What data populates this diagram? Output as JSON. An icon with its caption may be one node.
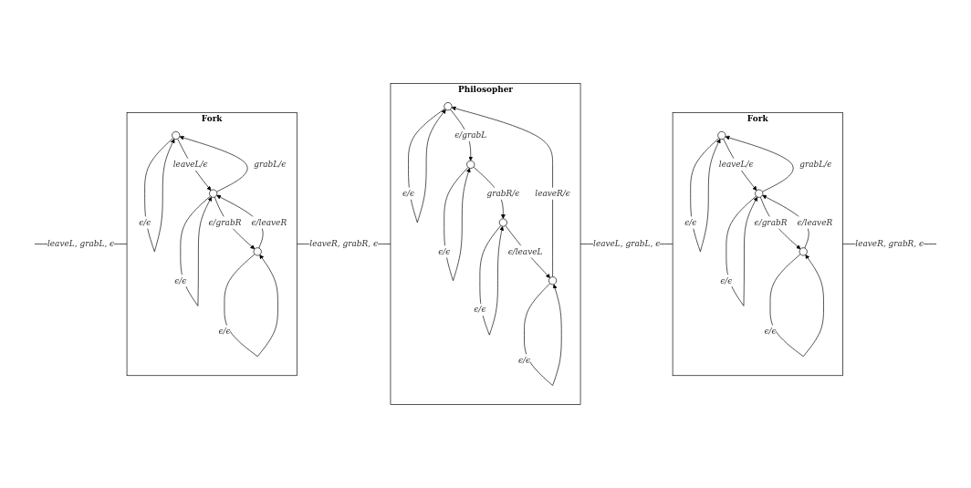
{
  "diagram": {
    "nodes": [
      {
        "text": [
          "Fork"
        ]
      },
      {
        "text": [],
        "shape": "circle",
        "in": 0
      },
      {
        "text": [],
        "shape": "circle",
        "in": 0
      },
      {
        "text": [],
        "shape": "circle",
        "in": 0
      },
      {
        "text": [
          "Philosopher"
        ]
      },
      {
        "text": [],
        "shape": "circle",
        "in": 4
      },
      {
        "text": [],
        "shape": "circle",
        "in": 4
      },
      {
        "text": [],
        "shape": "circle",
        "in": 4
      },
      {
        "text": [],
        "shape": "circle",
        "in": 4
      },
      {
        "text": [
          "Fork"
        ]
      },
      {
        "text": [],
        "shape": "circle",
        "in": 9
      },
      {
        "text": [],
        "shape": "circle",
        "in": 9
      },
      {
        "text": [],
        "shape": "circle",
        "in": 9
      }
    ],
    "edges": [
      {
        "from": null,
        "to": 0,
        "arrow": "none",
        "label": "leaveL, grabL, ϵ"
      },
      {
        "from": 0,
        "to": 4,
        "arrow": "none",
        "label": "leaveR, grabR, ϵ"
      },
      {
        "from": 4,
        "to": 9,
        "arrow": "none",
        "label": "leaveL, grabL, ϵ"
      },
      {
        "from": 9,
        "to": null,
        "arrow": "none",
        "label": "leaveR, grabR, ϵ"
      },
      {
        "from": 1,
        "to": 1,
        "arrow": "to",
        "label": "ϵ/ϵ"
      },
      {
        "from": 2,
        "to": 1,
        "arrow": "to",
        "label": "grabL/ϵ"
      },
      {
        "from": 1,
        "to": 2,
        "arrow": "to",
        "label": "leaveL/ϵ"
      },
      {
        "from": 2,
        "to": 2,
        "arrow": "to",
        "label": "ϵ/ϵ"
      },
      {
        "from": 3,
        "to": 2,
        "arrow": "to",
        "label": "ϵ/leaveR"
      },
      {
        "from": 2,
        "to": 3,
        "arrow": "to",
        "label": "ϵ/grabR"
      },
      {
        "from": 3,
        "to": 3,
        "arrow": "to",
        "label": "ϵ/ϵ"
      },
      {
        "from": 5,
        "to": 5,
        "arrow": "to",
        "label": "ϵ/ϵ"
      },
      {
        "from": 5,
        "to": 7,
        "arrow": "to",
        "label": "ϵ/grabL"
      },
      {
        "from": 7,
        "to": 7,
        "arrow": "to",
        "label": "ϵ/ϵ"
      },
      {
        "from": 7,
        "to": 8,
        "arrow": "to",
        "label": "grabR/ϵ"
      },
      {
        "from": 8,
        "to": 8,
        "arrow": "to",
        "label": "ϵ/ϵ"
      },
      {
        "from": 8,
        "to": 6,
        "arrow": "to",
        "label": "ϵ/leaveL"
      },
      {
        "from": 6,
        "to": 6,
        "arrow": "to",
        "label": "ϵ/ϵ"
      },
      {
        "from": 6,
        "to": 5,
        "arrow": "to",
        "label": "leaveR/ϵ"
      },
      {
        "from": 10,
        "to": 10,
        "arrow": "to",
        "label": "ϵ/ϵ"
      },
      {
        "from": 11,
        "to": 10,
        "arrow": "to",
        "label": "grabL/ϵ"
      },
      {
        "from": 10,
        "to": 11,
        "arrow": "to",
        "label": "leaveL/ϵ"
      },
      {
        "from": 11,
        "to": 11,
        "arrow": "to",
        "label": "ϵ/ϵ"
      },
      {
        "from": 12,
        "to": 11,
        "arrow": "to",
        "label": "ϵ/leaveR"
      },
      {
        "from": 11,
        "to": 12,
        "arrow": "to",
        "label": "ϵ/grabR"
      },
      {
        "from": 12,
        "to": 12,
        "arrow": "to",
        "label": "ϵ/ϵ"
      }
    ]
  }
}
